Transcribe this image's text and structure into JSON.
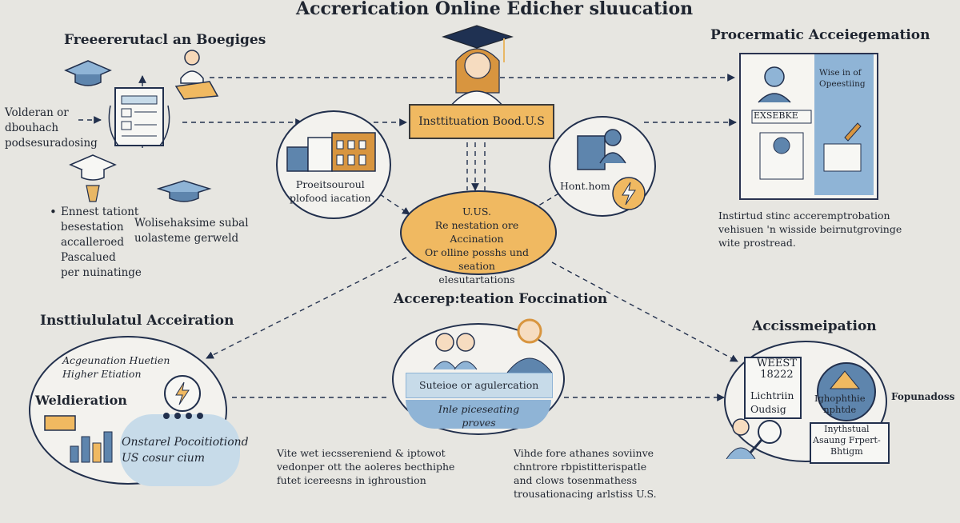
{
  "title": "Accrerication Online Edicher sluucation",
  "left_top": {
    "heading": "Freeererutacl an Boegiges",
    "label_a": "Volderan or\ndbouhach\npodsesuradosing",
    "label_b": "Ennest tationt\nbesestation\naccalleroed\nPascalued\nper nuinatinge",
    "bullet": "•",
    "label_c": "Wolisehaksime subal\nuolasteme gerweld"
  },
  "center_top": {
    "institution_box": "Insttituation Bood.U.S"
  },
  "left_ellipse": {
    "text": "Proeitsouroul\nplofood iacation"
  },
  "right_ellipse": {
    "text": "Hont.hom"
  },
  "center_ellipse": {
    "text": "U.US.\nRe nestation ore Accination\nOr olline posshs und seation\nelesutartations"
  },
  "right_top": {
    "heading": "Procermatic Acceiegemation",
    "panel_text_1": "Wise in of\nOpeestiing",
    "panel_text_2": "EXSEBKE",
    "panel_caption": "Instirtud stinc acceremptrobation\nvehisuen 'n wisside beirnutgrovinge\nwite prostread."
  },
  "left_bottom": {
    "heading": "Insttiululatul Acceiration",
    "line_1": "Acgeunation Huetien\nHigher Etiation",
    "bold_label": "Weldieration",
    "line_2": "Onstarel Pocoitiotiond\nUS cosur cium"
  },
  "center_bottom": {
    "heading": "Accerep:teation Foccination",
    "bar_text": "Suteioe or agulercation",
    "lower_text": "Inle piceseating\nproves",
    "caption": "Vite wet iecssereniend & iptowot\nvedonper ott the aoleres becthiphe\nfutet icereesns in ighroustion"
  },
  "right_bottom": {
    "heading": "Accissmeipation",
    "card_text": "WEEST\n18222",
    "card_sub": "Lichtriin\nOudsig",
    "circle_text": "Ighophthie\nnphtde",
    "side_label": "Fopunadoss",
    "box_text": "Inythstual\nAsaung Frpert-\nBhtigm",
    "caption": "Vihde fore athanes soviinve\nchntrore rbpistitterispatle\nand clows tosenmathess\ntrousationacing arlstiss U.S."
  },
  "icon_names": [
    "graduation-cap-icon",
    "student-icon",
    "document-icon",
    "building-icon",
    "book-icon",
    "person-icon",
    "lightning-icon",
    "bar-chart-icon",
    "magnifier-icon",
    "mountain-icon"
  ],
  "colors": {
    "background": "#e7e6e1",
    "navy": "#22304d",
    "accent_orange": "#f0b961",
    "accent_blue": "#8fb4d6",
    "light_blue": "#c7dbe9"
  }
}
